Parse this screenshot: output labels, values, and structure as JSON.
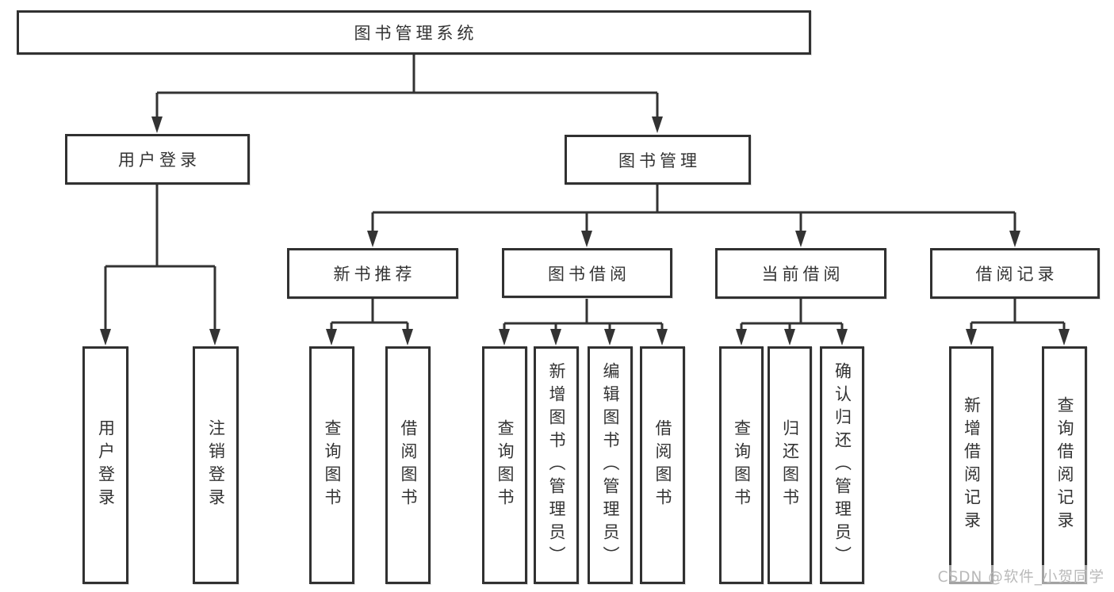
{
  "diagram": {
    "title": "图书管理系统",
    "tree": {
      "root": {
        "label": "图书管理系统",
        "children": [
          {
            "label": "用户登录",
            "children": [
              {
                "label": "用户登录"
              },
              {
                "label": "注销登录"
              }
            ]
          },
          {
            "label": "图书管理",
            "children": [
              {
                "label": "新书推荐",
                "children": [
                  {
                    "label": "查询图书"
                  },
                  {
                    "label": "借阅图书"
                  }
                ]
              },
              {
                "label": "图书借阅",
                "children": [
                  {
                    "label": "查询图书"
                  },
                  {
                    "label": "新增图书（管理员）"
                  },
                  {
                    "label": "编辑图书（管理员）"
                  },
                  {
                    "label": "借阅图书"
                  }
                ]
              },
              {
                "label": "当前借阅",
                "children": [
                  {
                    "label": "查询图书"
                  },
                  {
                    "label": "归还图书"
                  },
                  {
                    "label": "确认归还（管理员）"
                  }
                ]
              },
              {
                "label": "借阅记录",
                "children": [
                  {
                    "label": "新增借阅记录"
                  },
                  {
                    "label": "查询借阅记录"
                  }
                ]
              }
            ]
          }
        ]
      }
    },
    "colors": {
      "line": "#333333",
      "box_border": "#313131",
      "text": "#333333",
      "watermark": "#b9b9b9",
      "background": "#ffffff"
    }
  },
  "watermark": {
    "text": "CSDN @软件_小贺同学"
  }
}
